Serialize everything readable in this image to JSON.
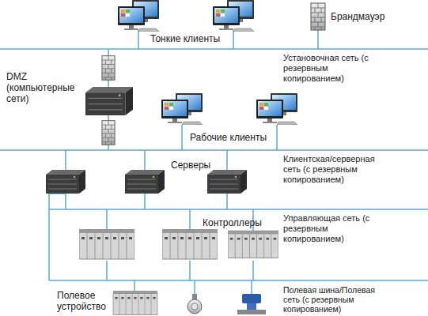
{
  "diagram": {
    "labels": [
      "Брандмауэр",
      "Тонкие клиенты",
      "Установочная сеть (с резервным копированием)",
      "DMZ (компьютерные сети)",
      "Рабочие клиенты",
      "Клиентская/серверная сеть (с резервным копированием)",
      "Серверы",
      "Контроллеры",
      "Управляющая сеть (с резервным копированием)",
      "Полевая шина/Полевая сеть (с резервным копированием)",
      "Полевое устройство"
    ]
  }
}
